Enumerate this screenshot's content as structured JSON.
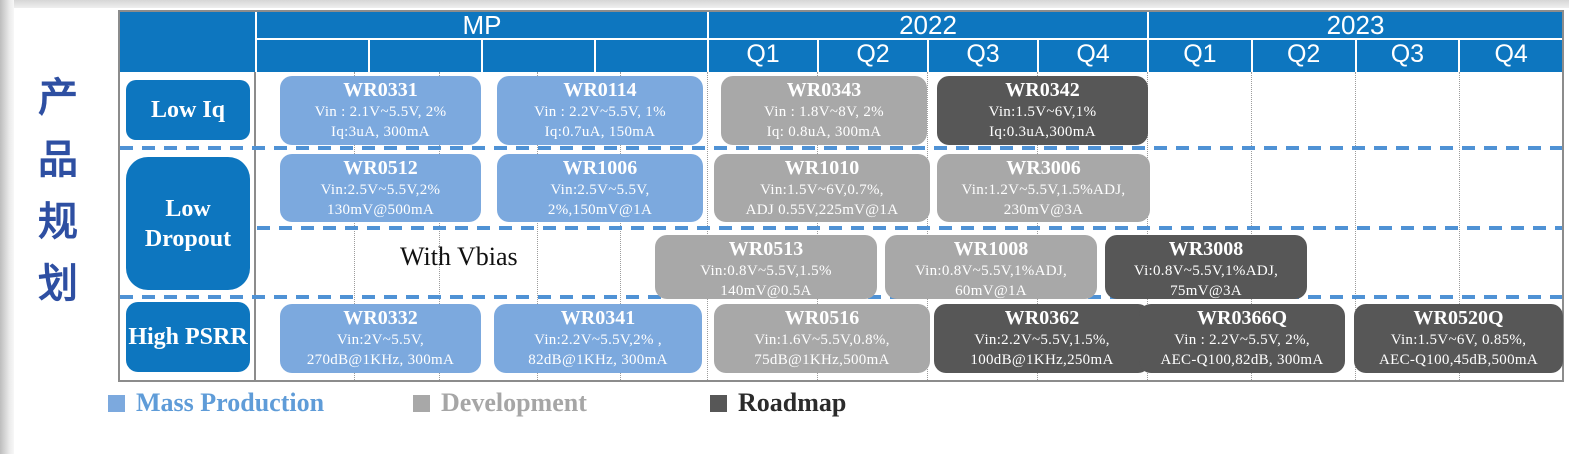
{
  "page": {
    "vertical_title": "产品规划"
  },
  "colors": {
    "header_blue": "#0d76bf",
    "mass_production": "#7ca9de",
    "development": "#a8a8a8",
    "roadmap": "#575757",
    "dashed_line": "#4f92d5",
    "vertical_title_blue": "#2e4fa2"
  },
  "header": {
    "groups": [
      {
        "label": "MP",
        "sub": [
          "",
          "",
          "",
          ""
        ]
      },
      {
        "label": "2022",
        "sub": [
          "Q1",
          "Q2",
          "Q3",
          "Q4"
        ]
      },
      {
        "label": "2023",
        "sub": [
          "Q1",
          "Q2",
          "Q3",
          "Q4"
        ]
      }
    ]
  },
  "rows": [
    {
      "label": "Low Iq"
    },
    {
      "label": "Low Dropout",
      "sublabel": "With Vbias"
    },
    {
      "label": "High PSRR"
    }
  ],
  "cards": {
    "low_iq": [
      {
        "name": "WR0331",
        "line1": "Vin : 2.1V~5.5V, 2%",
        "line2": "Iq:3uA, 300mA",
        "status": "mp"
      },
      {
        "name": "WR0114",
        "line1": "Vin : 2.2V~5.5V, 1%",
        "line2": "Iq:0.7uA, 150mA",
        "status": "mp"
      },
      {
        "name": "WR0343",
        "line1": "Vin : 1.8V~8V, 2%",
        "line2": "Iq: 0.8uA, 300mA",
        "status": "dev"
      },
      {
        "name": "WR0342",
        "line1": "Vin:1.5V~6V,1%",
        "line2": "Iq:0.3uA,300mA",
        "status": "rm"
      }
    ],
    "low_dropout": [
      {
        "name": "WR0512",
        "line1": "Vin:2.5V~5.5V,2%",
        "line2": "130mV@500mA",
        "status": "mp"
      },
      {
        "name": "WR1006",
        "line1": "Vin:2.5V~5.5V,",
        "line2": "2%,150mV@1A",
        "status": "mp"
      },
      {
        "name": "WR1010",
        "line1": "Vin:1.5V~6V,0.7%,",
        "line2": "ADJ 0.55V,225mV@1A",
        "status": "dev"
      },
      {
        "name": "WR3006",
        "line1": "Vin:1.2V~5.5V,1.5%ADJ,",
        "line2": "230mV@3A",
        "status": "dev"
      }
    ],
    "with_vbias": [
      {
        "name": "WR0513",
        "line1": "Vin:0.8V~5.5V,1.5%",
        "line2": "140mV@0.5A",
        "status": "dev"
      },
      {
        "name": "WR1008",
        "line1": "Vin:0.8V~5.5V,1%ADJ,",
        "line2": "60mV@1A",
        "status": "dev"
      },
      {
        "name": "WR3008",
        "line1": "Vi:0.8V~5.5V,1%ADJ,",
        "line2": "75mV@3A",
        "status": "rm"
      }
    ],
    "high_psrr": [
      {
        "name": "WR0332",
        "line1": "Vin:2V~5.5V,",
        "line2": "270dB@1KHz, 300mA",
        "status": "mp"
      },
      {
        "name": "WR0341",
        "line1": "Vin:2.2V~5.5V,2% ,",
        "line2": "82dB@1KHz, 300mA",
        "status": "mp"
      },
      {
        "name": "WR0516",
        "line1": "Vin:1.6V~5.5V,0.8%,",
        "line2": "75dB@1KHz,500mA",
        "status": "dev"
      },
      {
        "name": "WR0362",
        "line1": "Vin:2.2V~5.5V,1.5%,",
        "line2": "100dB@1KHz,250mA",
        "status": "rm"
      },
      {
        "name": "WR0366Q",
        "line1": "Vin : 2.2V~5.5V, 2%,",
        "line2": "AEC-Q100,82dB, 300mA",
        "status": "rm"
      },
      {
        "name": "WR0520Q",
        "line1": "Vin:1.5V~6V, 0.85%,",
        "line2": "AEC-Q100,45dB,500mA",
        "status": "rm"
      }
    ]
  },
  "legend": [
    {
      "label": "Mass Production",
      "status": "mp",
      "color": "#7ca9de"
    },
    {
      "label": "Development",
      "status": "dev",
      "color": "#a8a8a8"
    },
    {
      "label": "Roadmap",
      "status": "rm",
      "color": "#575757"
    }
  ]
}
